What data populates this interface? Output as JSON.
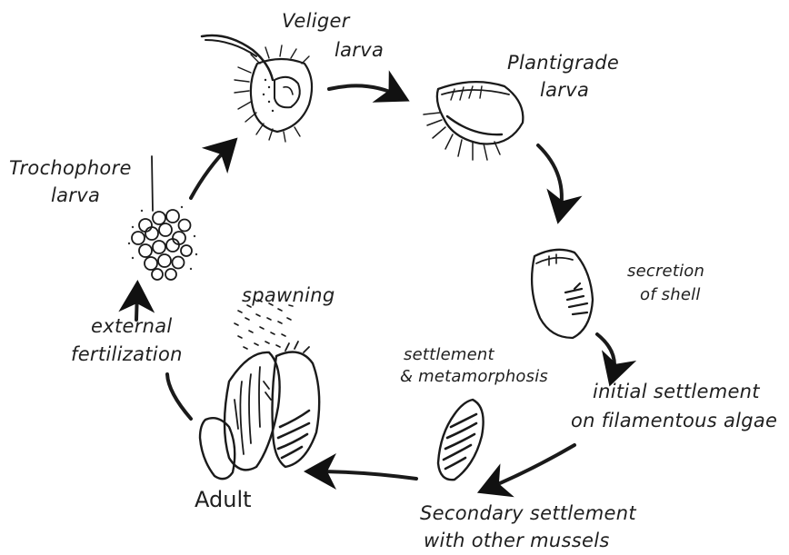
{
  "labels": {
    "veliger": {
      "line1": "Veliger",
      "line2": "larva"
    },
    "plantigrade": {
      "line1": "Plantigrade",
      "line2": "larva"
    },
    "trochophore": {
      "line1": "Trochophore",
      "line2": "larva"
    },
    "secretion": {
      "line1": "secretion",
      "line2": "of shell"
    },
    "initial": {
      "line1": "initial settlement",
      "line2": "on filamentous algae"
    },
    "settlement_meta": {
      "line1": "settlement",
      "line2": "& metamorphosis"
    },
    "secondary": {
      "line1": "Secondary settlement",
      "line2": "with other mussels"
    },
    "spawning": "spawning",
    "fertilization": {
      "line1": "external",
      "line2": "fertilization"
    },
    "adult": "Adult"
  },
  "cycle_order": [
    "Adult",
    "spawning",
    "external fertilization",
    "Trochophore larva",
    "Veliger larva",
    "Plantigrade larva",
    "secretion of shell",
    "initial settlement on filamentous algae",
    "Secondary settlement with other mussels",
    "settlement & metamorphosis"
  ]
}
